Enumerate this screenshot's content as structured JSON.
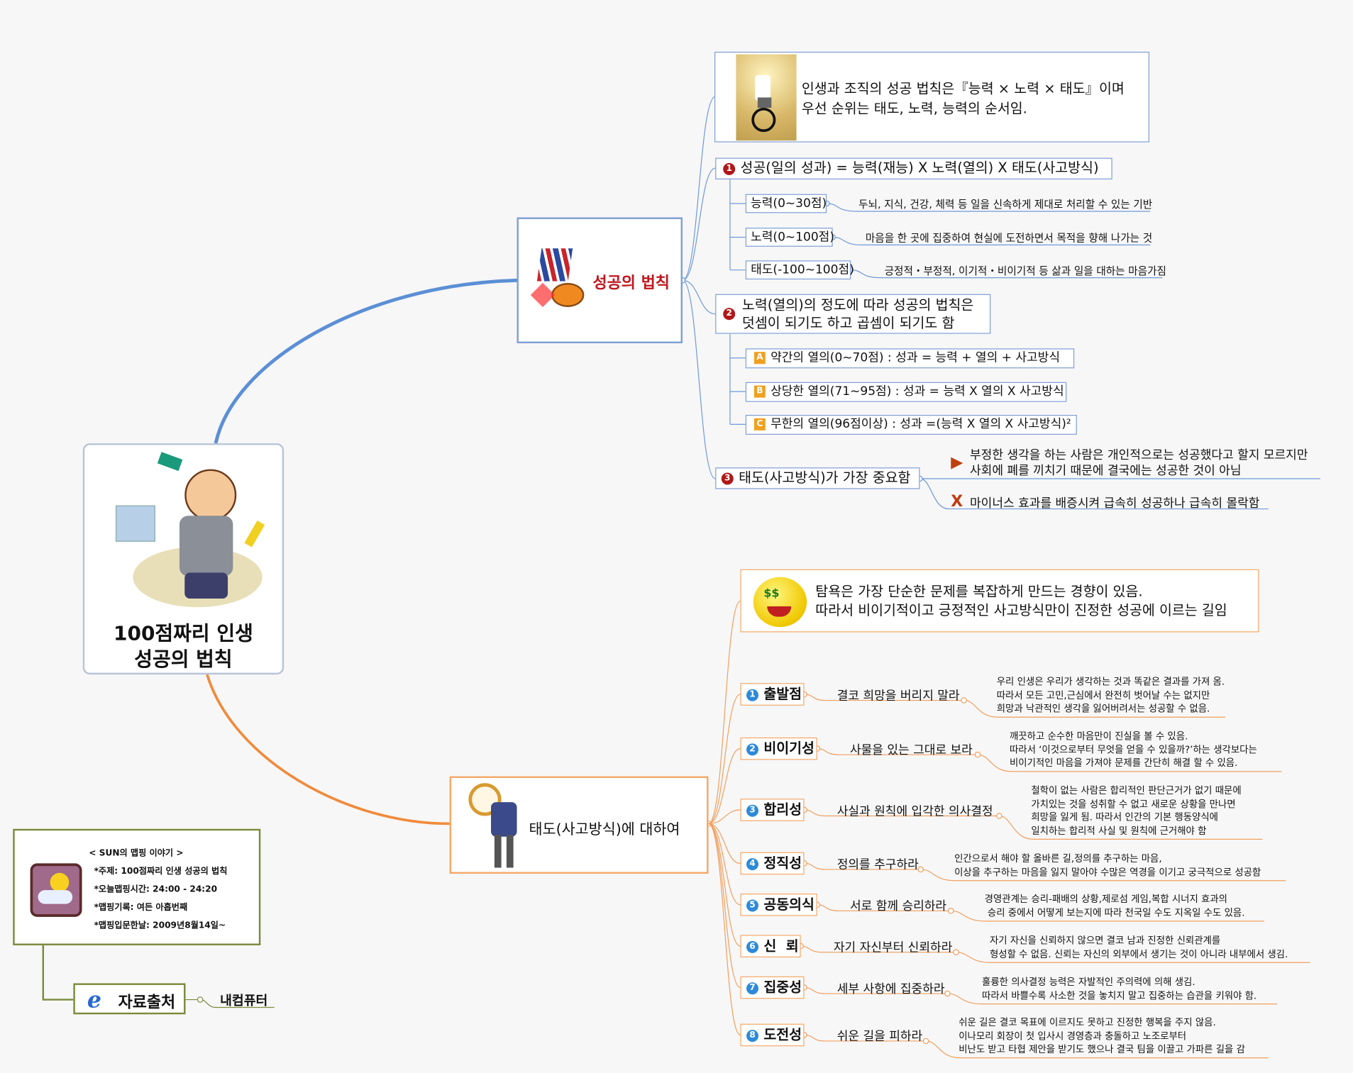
{
  "root": {
    "title_line1": "100점짜리 인생",
    "title_line2": "성공의 법칙"
  },
  "success_law": {
    "title": "성공의 법칙",
    "intro": {
      "line1": "인생과 조직의 성공 법칙은『능력 × 노력 × 태도』이며",
      "line2": "우선 순위는 태도, 노력, 능력의 순서임."
    },
    "item1": {
      "num": "1",
      "text": "성공(일의 성과) = 능력(재능) X 노력(열의) X 태도(사고방식)",
      "subs": [
        {
          "label": "능력(0~30점)",
          "desc": "두뇌, 지식, 건강, 체력 등 일을 신속하게 제대로 처리할 수 있는 기반"
        },
        {
          "label": "노력(0~100점)",
          "desc": "마음을 한 곳에 집중하여 현실에 도전하면서 목적을 향해 나가는 것"
        },
        {
          "label": "태도(-100~100점)",
          "desc": "긍정적・부정적, 이기적・비이기적 등 삶과 일을 대하는 마음가짐"
        }
      ]
    },
    "item2": {
      "num": "2",
      "line1": "노력(열의)의 정도에 따라 성공의 법칙은",
      "line2": "덧셈이 되기도 하고 곱셈이 되기도 함",
      "subs": [
        {
          "tag": "A",
          "text": "약간의 열의(0~70점)    : 성과 = 능력 + 열의 + 사고방식"
        },
        {
          "tag": "B",
          "text": "상당한 열의(71~95점) : 성과 = 능력 X 열의 X 사고방식"
        },
        {
          "tag": "C",
          "text": "무한의 열의(96점이상) : 성과 =(능력 X 열의 X 사고방식)²"
        }
      ]
    },
    "item3": {
      "num": "3",
      "text": "태도(사고방식)가 가장 중요함",
      "note1": {
        "line1": "부정한 생각을 하는 사람은 개인적으로는 성공했다고 할지 모르지만",
        "line2": "사회에 폐를 끼치기 때문에 결국에는 성공한 것이 아님"
      },
      "note2": {
        "mark": "X",
        "text": "마이너스 효과를 배증시켜 급속히 성공하나 급속히 몰락함"
      }
    }
  },
  "attitude": {
    "title": "태도(사고방식)에 대하여",
    "intro": {
      "line1": "탐욕은 가장 단순한 문제를 복잡하게 만드는 경향이 있음.",
      "line2": "따라서 비이기적이고 긍정적인 사고방식만이 진정한 성공에 이르는 길임"
    },
    "rows": [
      {
        "num": "1",
        "name": "출발점",
        "label": "결코 희망을 버리지 말라",
        "desc": [
          "우리 인생은 우리가 생각하는 것과 똑같은 결과를 가져 옴.",
          "따라서 모든 고민,근심에서 완전히 벗어날 수는 없지만",
          "희망과 낙관적인 생각을 잃어버려서는 성공할 수 없음."
        ]
      },
      {
        "num": "2",
        "name": "비이기성",
        "label": "사물을 있는 그대로 보라",
        "desc": [
          "깨끗하고 순수한 마음만이 진실을 볼 수 있음.",
          "따라서 ‘이것으로부터 무엇을 얻을 수 있을까?’하는 생각보다는",
          "비이기적인 마음을 가져야 문제를 간단히 해결 할 수 있음."
        ]
      },
      {
        "num": "3",
        "name": "합리성",
        "label": "사실과 원칙에 입각한 의사결정",
        "desc": [
          "철학이 없는 사람은 합리적인 판단근거가 없기 때문에",
          "가치있는 것을 성취할 수 없고 새로운 상황을 만나면",
          "희망을 잃게 됨. 따라서 인간의 기본 행동양식에",
          "일치하는 합리적 사실 및 원칙에 근거해야 함"
        ]
      },
      {
        "num": "4",
        "name": "정직성",
        "label": "정의를 추구하라",
        "desc": [
          "인간으로서 해야 할 올바른 길,정의를 추구하는 마음,",
          "이상을 추구하는 마음을 잃지 말아야 수많은 역경을 이기고 궁극적으로 성공함"
        ]
      },
      {
        "num": "5",
        "name": "공동의식",
        "label": "서로 함께 승리하라",
        "desc": [
          "경영관계는 승리-패배의 상황,제로섬 게임,복합 시너지 효과의",
          " 승리 중에서 어떻게 보는지에 따라 천국일 수도 지옥일 수도 있음."
        ]
      },
      {
        "num": "6",
        "name": "신  뢰",
        "label": "자기 자신부터 신뢰하라",
        "desc": [
          "자기 자신을 신뢰하지 않으면 결코 남과 진정한 신뢰관계를",
          "형성할 수 없음. 신뢰는 자신의 외부에서 생기는 것이 아니라 내부에서 생김."
        ]
      },
      {
        "num": "7",
        "name": "집중성",
        "label": "세부 사항에 집중하라",
        "desc": [
          "훌륭한 의사결정 능력은 자발적인 주의력에 의해 생김.",
          "따라서 바쁠수록 사소한 것을 놓치지 말고 집중하는 습관을 키워야 함."
        ]
      },
      {
        "num": "8",
        "name": "도전성",
        "label": "쉬운 길을 피하라",
        "desc": [
          "쉬운 길은 결코 목표에 이르지도 못하고 진정한 행복을 주지 않음.",
          "이나모리 회장이 첫 입사시 경영층과 충돌하고 노조로부터",
          "비난도 받고 타협 제안을 받기도 했으나 결국 팀을 이끌고 가파른 길을 감"
        ]
      }
    ]
  },
  "info": {
    "title": "< SUN의 맵핑 이야기 >",
    "lines": [
      "*주제:  100점짜리 인생 성공의 법칙",
      "*오늘맵핑시간:  24:00 - 24:20",
      "*맵핑기록:  여든 아홉번째",
      "*맵핑입문한날:  2009년8월14일~"
    ]
  },
  "source": {
    "label": "자료출처",
    "value": "내컴퓨터"
  },
  "colors": {
    "blue_branch": "#5b8fd6",
    "orange_branch": "#f08a3c",
    "green_branch": "#7a8a3c",
    "title_red": "#c0161d"
  }
}
